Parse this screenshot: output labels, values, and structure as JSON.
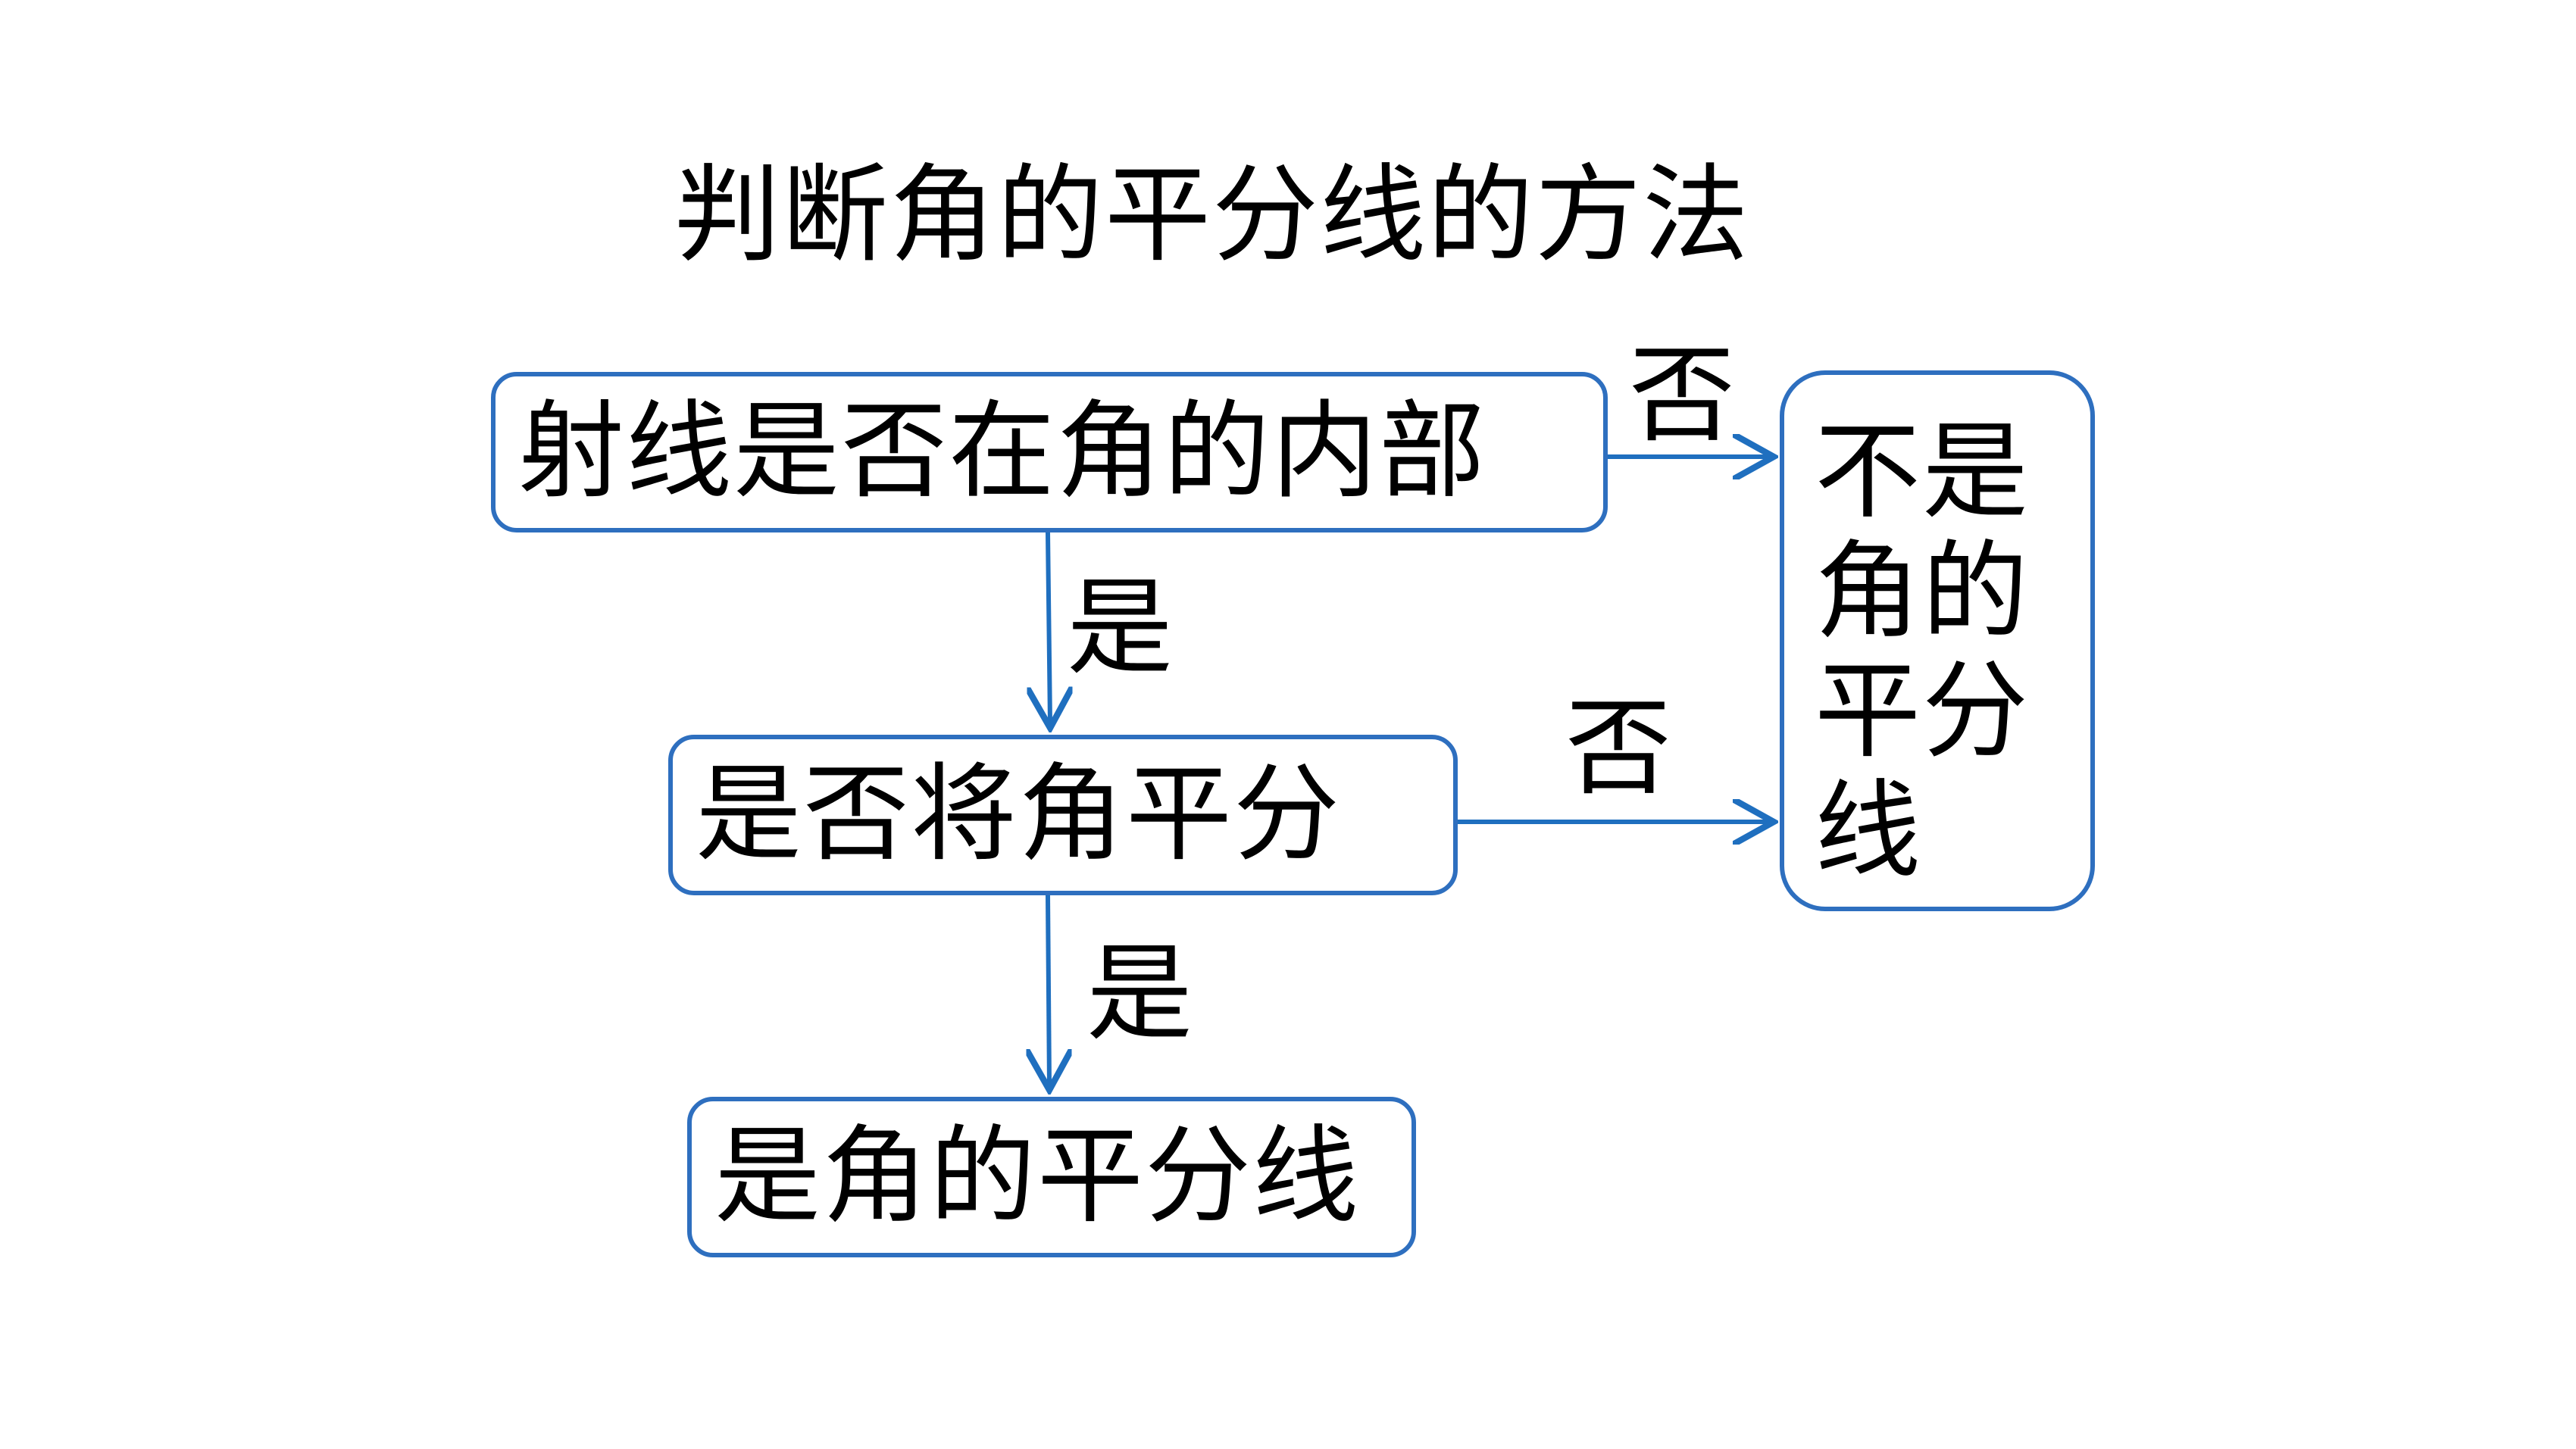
{
  "title": "判断角的平分线的方法",
  "nodes": {
    "inside": "射线是否在角的内部",
    "bisect": "是否将角平分",
    "is_bisector": "是角的平分线",
    "not_bisector": "不是角的平分线"
  },
  "edges": {
    "inside_yes": "是",
    "inside_no": "否",
    "bisect_yes": "是",
    "bisect_no": "否"
  },
  "colors": {
    "box_border": "#2e6fbf",
    "arrow": "#1f6fbf",
    "text": "#000000",
    "background": "#ffffff"
  }
}
